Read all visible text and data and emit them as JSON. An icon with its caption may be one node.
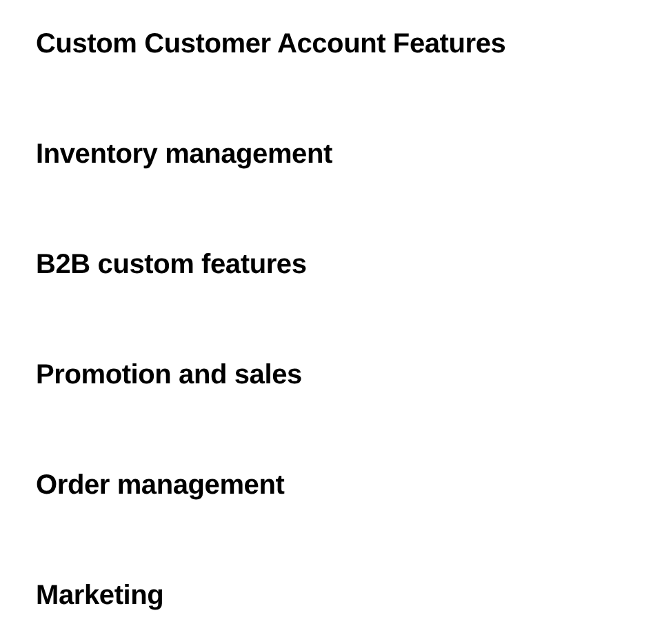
{
  "diagram": {
    "labels": [
      "Custom Customer Account Features",
      "Inventory management",
      "B2B custom features",
      "Promotion and sales",
      "Order management",
      "Marketing"
    ]
  }
}
